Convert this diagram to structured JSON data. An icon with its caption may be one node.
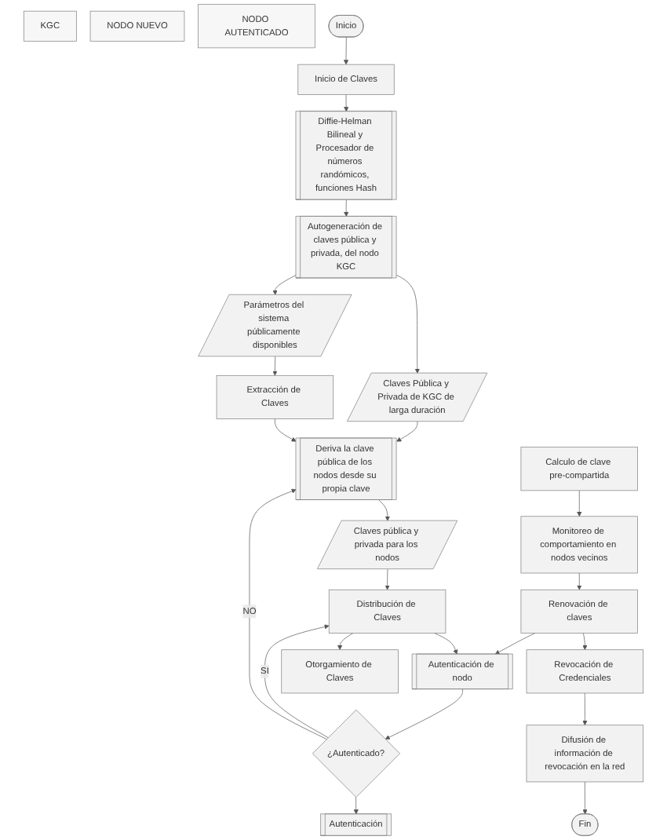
{
  "diagram": {
    "nodes": [
      {
        "text": [
          "KGC"
        ]
      },
      {
        "text": [
          "NODO NUEVO"
        ]
      },
      {
        "text": [
          "NODO AUTENTICADO"
        ]
      },
      {
        "text": [
          "Inicio"
        ]
      },
      {
        "text": [
          "Inicio de Claves"
        ]
      },
      {
        "text": [
          "Diffie-Helman Bilineal y Procesador de números randómicos, funciones Hash"
        ]
      },
      {
        "text": [
          "Autogeneración de claves pública y privada, del nodo KGC"
        ]
      },
      {
        "text": [
          "Claves Pública y Privada de KGC de larga duración"
        ]
      },
      {
        "text": [
          "Parámetros del sistema públicamente disponibles"
        ]
      },
      {
        "text": [
          "Extracción de Claves"
        ]
      },
      {
        "text": [
          "Deriva la clave pública de los nodos desde su propia clave"
        ]
      },
      {
        "text": [
          "Claves pública y privada para los nodos"
        ]
      },
      {
        "text": [
          "Distribución de Claves"
        ]
      },
      {
        "text": [
          "Autenticación de nodo"
        ]
      },
      {
        "text": [
          "¿Autenticado?"
        ]
      },
      {
        "text": [
          "Autenticación"
        ]
      },
      {
        "text": [
          "Otorgamiento de Claves"
        ]
      },
      {
        "text": [
          "Calculo de clave pre-compartida"
        ]
      },
      {
        "text": [
          "Monitoreo de comportamiento en nodos vecinos"
        ]
      },
      {
        "text": [
          "Renovación de claves"
        ]
      },
      {
        "text": [
          "Revocación de Credenciales"
        ]
      },
      {
        "text": [
          "Difusión de información de revocación en la red"
        ]
      },
      {
        "text": [
          "Fin"
        ]
      }
    ],
    "edges": [
      {
        "from": 3,
        "to": 4,
        "arrow": "to"
      },
      {
        "from": 4,
        "to": 5,
        "arrow": "to"
      },
      {
        "from": 5,
        "to": 6,
        "arrow": "to"
      },
      {
        "from": 6,
        "to": 7,
        "arrow": "to"
      },
      {
        "from": 6,
        "to": 8,
        "arrow": "to"
      },
      {
        "from": 8,
        "to": 9,
        "arrow": "to"
      },
      {
        "from": 9,
        "to": 10,
        "arrow": "to"
      },
      {
        "from": 7,
        "to": 10,
        "arrow": "to"
      },
      {
        "from": 10,
        "to": 11,
        "arrow": "to"
      },
      {
        "from": 11,
        "to": 12,
        "arrow": "to"
      },
      {
        "from": 12,
        "to": 13,
        "arrow": "to"
      },
      {
        "from": 13,
        "to": 14,
        "arrow": "to"
      },
      {
        "from": 14,
        "to": 15,
        "arrow": "to"
      },
      {
        "from": 14,
        "to": 10,
        "label": "NO",
        "arrow": "to"
      },
      {
        "from": 14,
        "to": 12,
        "label": "SI",
        "arrow": "to"
      },
      {
        "from": 12,
        "to": 16,
        "arrow": "to"
      },
      {
        "from": 17,
        "to": 18,
        "arrow": "to"
      },
      {
        "from": 18,
        "to": 19,
        "arrow": "to"
      },
      {
        "from": 19,
        "to": 20,
        "arrow": "to"
      },
      {
        "from": 20,
        "to": 21,
        "arrow": "to"
      },
      {
        "from": 21,
        "to": 22,
        "arrow": "to"
      },
      {
        "from": 19,
        "to": 13,
        "arrow": "to"
      }
    ]
  }
}
